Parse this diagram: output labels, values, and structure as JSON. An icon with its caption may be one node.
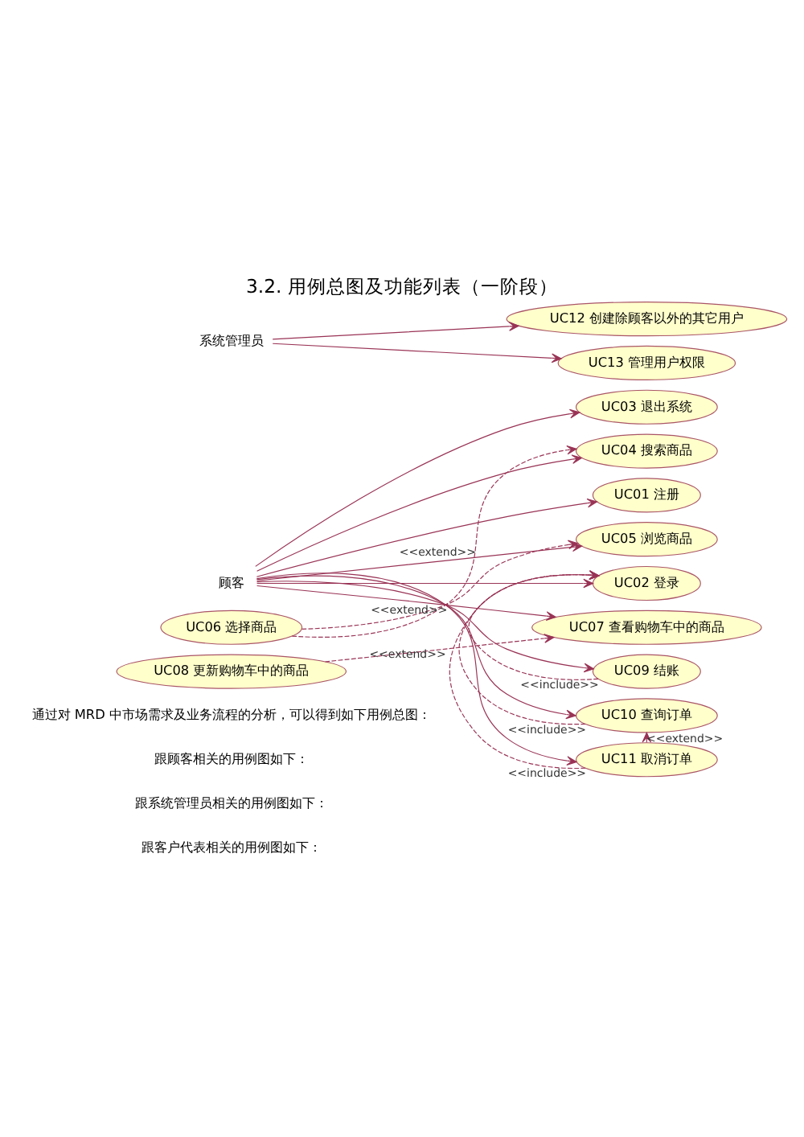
{
  "diagram": {
    "title": "3.2. 用例总图及功能列表（一阶段）",
    "nodes": [
      {
        "text": [
          "顾客"
        ]
      },
      {
        "text": [
          "UC03 退出系统"
        ]
      },
      {
        "text": [
          "UC04 搜索商品"
        ]
      },
      {
        "text": [
          "UC06 选择商品"
        ]
      },
      {
        "text": [
          "UC01 注册"
        ]
      },
      {
        "text": [
          "UC05 浏览商品"
        ]
      },
      {
        "text": [
          "UC08 更新购物车中的商品"
        ]
      },
      {
        "text": [
          "UC02 登录"
        ]
      },
      {
        "text": [
          "UC07 查看购物车中的商品"
        ]
      },
      {
        "text": [
          "UC09 结账"
        ]
      },
      {
        "text": [
          "UC10 查询订单"
        ]
      },
      {
        "text": [
          "UC11 取消订单"
        ]
      },
      {
        "text": [
          "系统管理员"
        ]
      },
      {
        "text": [
          "UC12 创建除顾客以外的其它用户"
        ]
      },
      {
        "text": [
          "UC13 管理用户权限"
        ]
      }
    ],
    "edges": [
      {
        "from": 0,
        "to": 1,
        "arrow": "to"
      },
      {
        "from": 0,
        "to": 2,
        "arrow": "to"
      },
      {
        "from": 0,
        "to": 4,
        "arrow": "to"
      },
      {
        "from": 0,
        "to": 5,
        "arrow": "to"
      },
      {
        "from": 0,
        "to": 7,
        "arrow": "to"
      },
      {
        "from": 0,
        "to": 8,
        "arrow": "to"
      },
      {
        "from": 0,
        "to": 9,
        "arrow": "to"
      },
      {
        "from": 0,
        "to": 10,
        "arrow": "to"
      },
      {
        "from": 0,
        "to": 11,
        "arrow": "to"
      },
      {
        "from": 3,
        "to": 2,
        "arrow": "to",
        "label": "<<extend>>",
        "style": "dashed"
      },
      {
        "from": 3,
        "to": 5,
        "arrow": "to",
        "label": "<<extend>>",
        "style": "dashed"
      },
      {
        "from": 6,
        "to": 8,
        "arrow": "to",
        "label": "<<extend>>",
        "style": "dashed"
      },
      {
        "from": 9,
        "to": 7,
        "arrow": "to",
        "label": "<<include>>",
        "style": "dashed"
      },
      {
        "from": 11,
        "to": 7,
        "arrow": "to",
        "label": "<<include>>",
        "style": "dashed"
      },
      {
        "from": 10,
        "to": 7,
        "arrow": "to",
        "label": "<<include>>",
        "style": "dashed"
      },
      {
        "from": 11,
        "to": 10,
        "arrow": "to",
        "label": "<<extend>>",
        "style": "dashed"
      },
      {
        "from": 12,
        "to": 13,
        "arrow": "to"
      },
      {
        "from": 12,
        "to": 14,
        "arrow": "to"
      }
    ],
    "labels": [
      "通过对 MRD 中市场需求及业务流程的分析，可以得到如下用例总图：",
      "跟顾客相关的用例图如下：",
      "跟系统管理员相关的用例图如下：",
      "跟客户代表相关的用例图如下："
    ]
  }
}
